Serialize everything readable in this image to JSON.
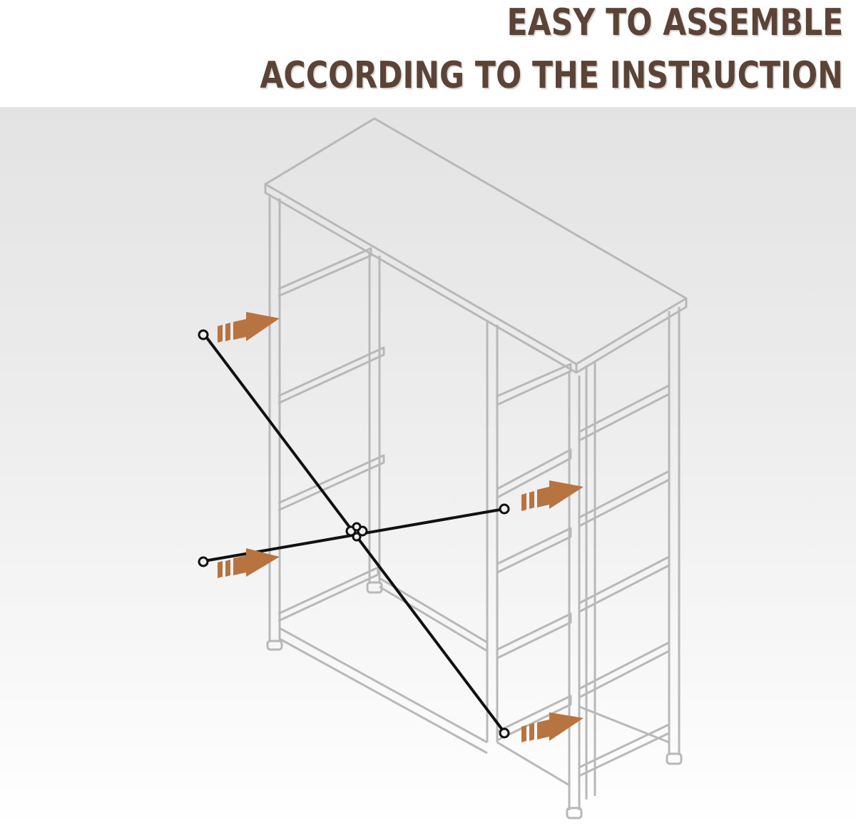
{
  "header": {
    "title_line_1": "EASY TO ASSEMBLE",
    "title_line_2": "ACCORDING TO THE INSTRUCTION"
  },
  "colors": {
    "title": "#5b4437",
    "arrow": "#b87440",
    "frame": "#b8b8b8",
    "cross_strap": "#111111",
    "background_top": "#e3e3e3",
    "background_bottom": "#ffffff"
  },
  "illustration": {
    "subject": "dresser-frame-line-drawing",
    "arrows": [
      {
        "id": "top-left",
        "points_to": "left-front-leg-upper"
      },
      {
        "id": "bottom-left",
        "points_to": "left-front-leg-lower"
      },
      {
        "id": "middle-right",
        "points_to": "right-front-leg-middle"
      },
      {
        "id": "bottom-right",
        "points_to": "right-front-leg-lower"
      }
    ],
    "strap": "x-cross-brace"
  }
}
